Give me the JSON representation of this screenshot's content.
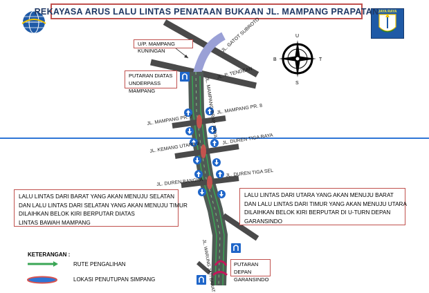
{
  "title": "REKAYASA ARUS LALU LINTAS PENATAAN BUKAAN JL. MAMPANG PRAPATAN",
  "logo_right_text": "JAYA RAYA",
  "callouts": {
    "flyover": "U/P. MAMPANG KUNINGAN",
    "uturn_top": [
      "PUTARAN DIATAS",
      "UNDERPASS MAMPANG"
    ],
    "uturn_bottom": [
      "PUTARAN DEPAN",
      "GARANSINDO"
    ]
  },
  "road_labels": {
    "gatot": "JL. GATOT SUBROTO",
    "tendean": "JL. P. TENDEAN",
    "mampang_raya": "JL. MAMPANG PRAP. RAYA",
    "pr7": "JL. MAMPANG PR. 7",
    "pr8": "JL. MAMPANG PR. 8",
    "kemang": "JL. KEMANG UTARA 9",
    "duren_raya": "JL. DUREN TIGA RAYA",
    "bangka": "JL. DUREN BANGKA",
    "duren_sel": "JL. DUREN TIGA SEL",
    "warung": "JL. WARUNG JATI BARAT"
  },
  "descriptions": {
    "left": [
      "LALU LINTAS DARI BARAT YANG AKAN MENUJU SELATAN",
      "DAN  LALU LINTAS DARI SELATAN YANG AKAN MENUJU TIMUR",
      "DILAIHKAN BELOK KIRI BERPUTAR DIATAS",
      "LINTAS BAWAH MAMPANG"
    ],
    "right": [
      "LALU LINTAS DARI UTARA YANG AKAN MENUJU BARAT",
      "DAN  LALU LINTAS DARI TIMUR YANG AKAN MENUJU UTARA",
      "DILAIHKAN BELOK KIRI BERPUTAR DI U-TURN DEPAN",
      "GARANSINDO"
    ]
  },
  "compass_letters": [
    "U",
    "S",
    "B",
    "T"
  ],
  "legend": {
    "title": "KETERANGAN :",
    "items": [
      {
        "label": "RUTE PENGALIHAN",
        "color": "#3aa655"
      },
      {
        "label": "LOKASI PENUTUPAN SIMPANG",
        "color": "#d9534f"
      }
    ]
  },
  "colors": {
    "road": "#5a5a5a",
    "main_road": "#4f5a55",
    "flyover": "#9aa0d6",
    "detour": "#3aa655",
    "closure": "#d9534f",
    "arrow_circle": "#1f66c9",
    "uturn_magenta": "#c2185b",
    "frame": "#c0504d"
  }
}
